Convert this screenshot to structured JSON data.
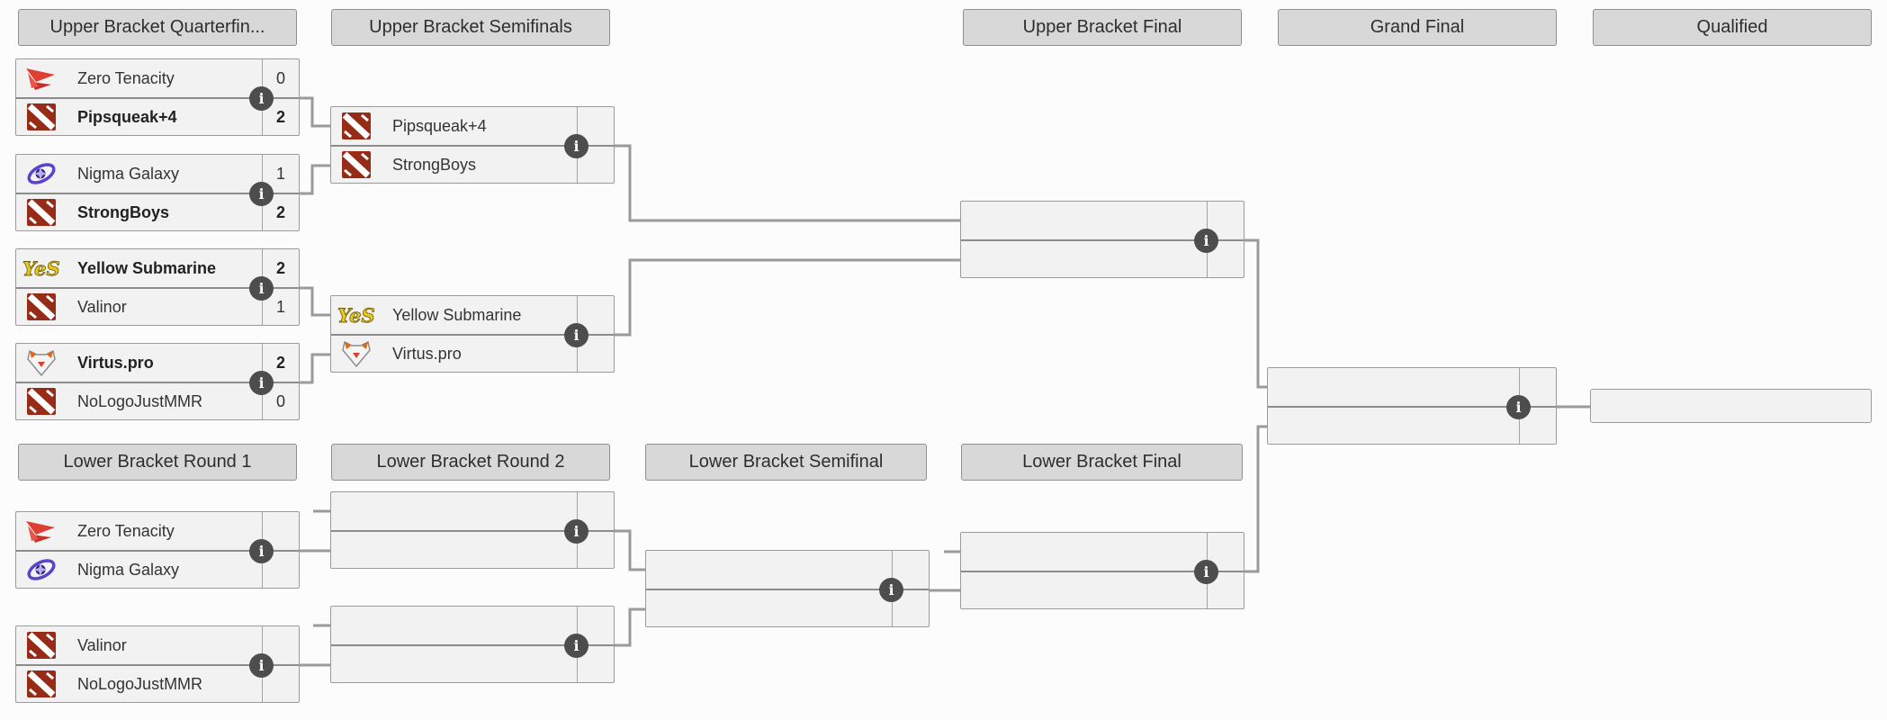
{
  "round_headers": {
    "ub_quarterfinals": "Upper Bracket Quarterfin...",
    "ub_semifinals": "Upper Bracket Semifinals",
    "ub_final": "Upper Bracket Final",
    "grand_final": "Grand Final",
    "qualified": "Qualified",
    "lb_round1": "Lower Bracket Round 1",
    "lb_round2": "Lower Bracket Round 2",
    "lb_semifinal": "Lower Bracket Semifinal",
    "lb_final": "Lower Bracket Final"
  },
  "upper_bracket": {
    "quarterfinals": [
      {
        "top": {
          "name": "Zero Tenacity",
          "score": "0",
          "winner": false,
          "logo": "zero-tenacity-logo"
        },
        "bottom": {
          "name": "Pipsqueak+4",
          "score": "2",
          "winner": true,
          "logo": "dota2-logo"
        }
      },
      {
        "top": {
          "name": "Nigma Galaxy",
          "score": "1",
          "winner": false,
          "logo": "nigma-galaxy-logo"
        },
        "bottom": {
          "name": "StrongBoys",
          "score": "2",
          "winner": true,
          "logo": "dota2-logo"
        }
      },
      {
        "top": {
          "name": "Yellow Submarine",
          "score": "2",
          "winner": true,
          "logo": "yellow-submarine-logo"
        },
        "bottom": {
          "name": "Valinor",
          "score": "1",
          "winner": false,
          "logo": "dota2-logo"
        }
      },
      {
        "top": {
          "name": "Virtus.pro",
          "score": "2",
          "winner": true,
          "logo": "virtuspro-logo"
        },
        "bottom": {
          "name": "NoLogoJustMMR",
          "score": "0",
          "winner": false,
          "logo": "dota2-logo"
        }
      }
    ],
    "semifinals": [
      {
        "top": {
          "name": "Pipsqueak+4",
          "score": "",
          "winner": false,
          "logo": "dota2-logo"
        },
        "bottom": {
          "name": "StrongBoys",
          "score": "",
          "winner": false,
          "logo": "dota2-logo"
        }
      },
      {
        "top": {
          "name": "Yellow Submarine",
          "score": "",
          "winner": false,
          "logo": "yellow-submarine-logo"
        },
        "bottom": {
          "name": "Virtus.pro",
          "score": "",
          "winner": false,
          "logo": "virtuspro-logo"
        }
      }
    ],
    "final": {
      "top": {
        "name": "",
        "score": "",
        "winner": false,
        "logo": ""
      },
      "bottom": {
        "name": "",
        "score": "",
        "winner": false,
        "logo": ""
      }
    }
  },
  "grand_final": {
    "top": {
      "name": "",
      "score": "",
      "winner": false,
      "logo": ""
    },
    "bottom": {
      "name": "",
      "score": "",
      "winner": false,
      "logo": ""
    }
  },
  "qualified": {
    "name": ""
  },
  "lower_bracket": {
    "round1": [
      {
        "top": {
          "name": "Zero Tenacity",
          "score": "",
          "winner": false,
          "logo": "zero-tenacity-logo"
        },
        "bottom": {
          "name": "Nigma Galaxy",
          "score": "",
          "winner": false,
          "logo": "nigma-galaxy-logo"
        }
      },
      {
        "top": {
          "name": "Valinor",
          "score": "",
          "winner": false,
          "logo": "dota2-logo"
        },
        "bottom": {
          "name": "NoLogoJustMMR",
          "score": "",
          "winner": false,
          "logo": "dota2-logo"
        }
      }
    ],
    "round2": [
      {
        "top": {
          "name": "",
          "score": ""
        },
        "bottom": {
          "name": "",
          "score": ""
        }
      },
      {
        "top": {
          "name": "",
          "score": ""
        },
        "bottom": {
          "name": "",
          "score": ""
        }
      }
    ],
    "semifinal": {
      "top": {
        "name": "",
        "score": ""
      },
      "bottom": {
        "name": "",
        "score": ""
      }
    },
    "final": {
      "top": {
        "name": "",
        "score": ""
      },
      "bottom": {
        "name": "",
        "score": ""
      }
    }
  },
  "icons": {
    "match_info": "info-circle-icon",
    "info_glyph": "i",
    "team_logos": [
      "zero-tenacity-logo",
      "nigma-galaxy-logo",
      "yellow-submarine-logo",
      "virtuspro-logo",
      "dota2-logo"
    ]
  },
  "colors": {
    "page_bg": "#fcfcfc",
    "header_bg": "#d8d8d8",
    "header_border": "#8f8f8f",
    "box_bg": "#f2f2f2",
    "box_border": "#9b9b9b",
    "match_divider": "#8c8c8c",
    "connector": "#9a9a9a",
    "info_icon_bg": "#4d4d4d",
    "info_icon_fg": "#ffffff",
    "text": "#333333"
  }
}
